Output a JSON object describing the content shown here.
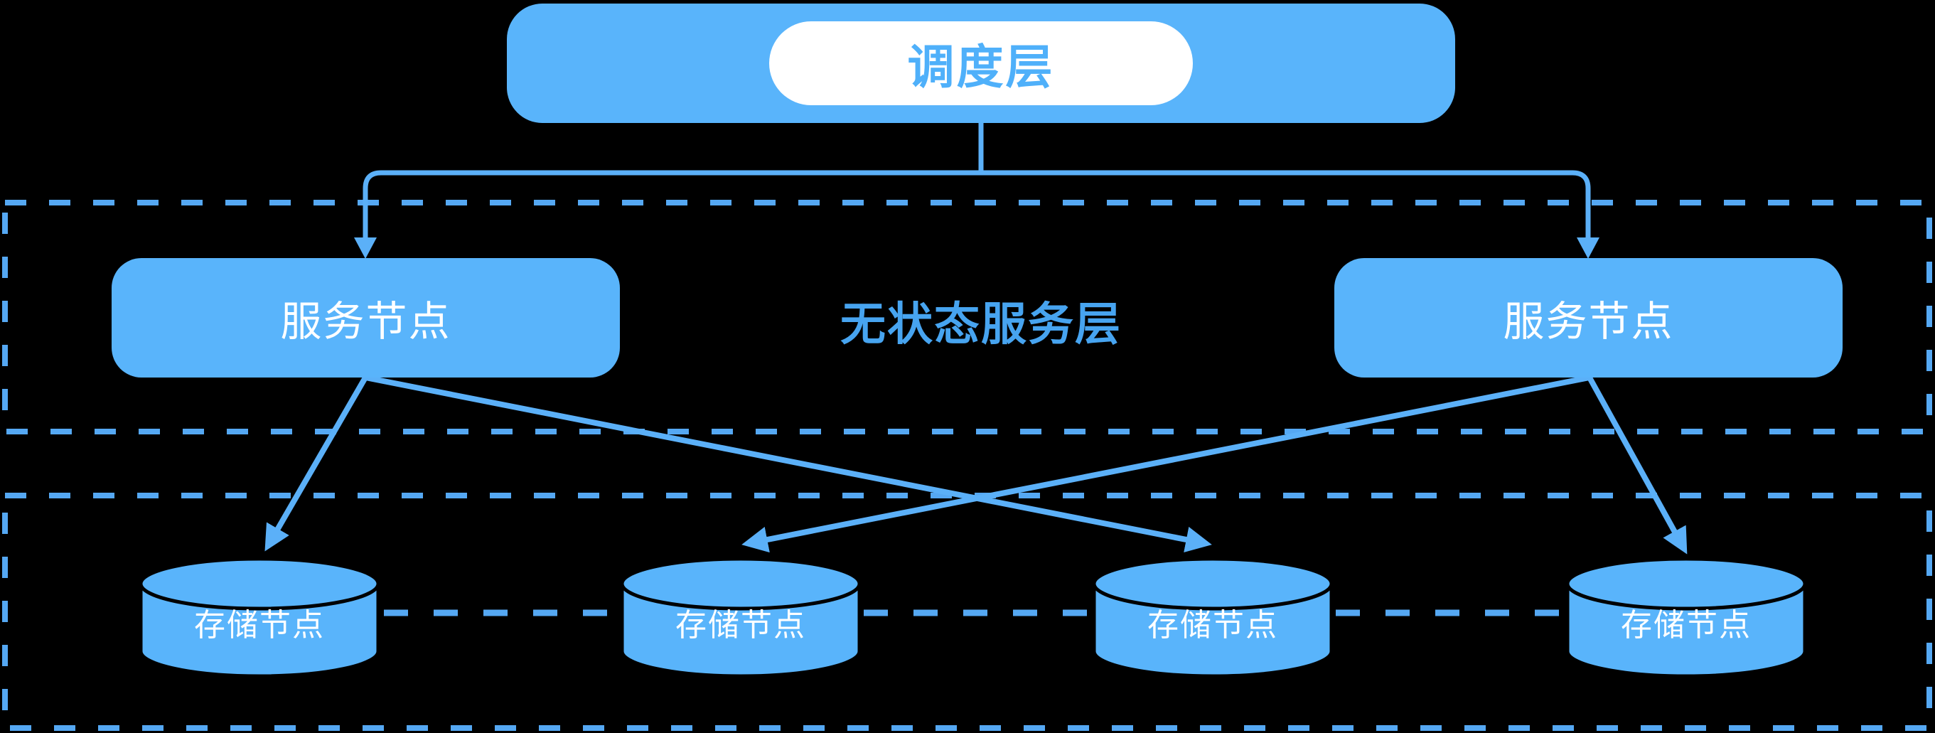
{
  "colors": {
    "background": "#000000",
    "node_fill": "#59B4FB",
    "dash_border": "#55A8F3",
    "connector": "#5BB0F8",
    "scheduler_text": "#4FB0FA",
    "layer_label_text": "#47A4F0",
    "node_text": "#FFFFFF",
    "cylinder_outline": "#000000"
  },
  "scheduler_layer": {
    "label": "调度层"
  },
  "service_layer": {
    "label": "无状态服务层",
    "nodes": [
      {
        "label": "服务节点"
      },
      {
        "label": "服务节点"
      }
    ]
  },
  "storage_layer": {
    "nodes": [
      {
        "label": "存储节点"
      },
      {
        "label": "存储节点"
      },
      {
        "label": "存储节点"
      },
      {
        "label": "存储节点"
      }
    ]
  }
}
